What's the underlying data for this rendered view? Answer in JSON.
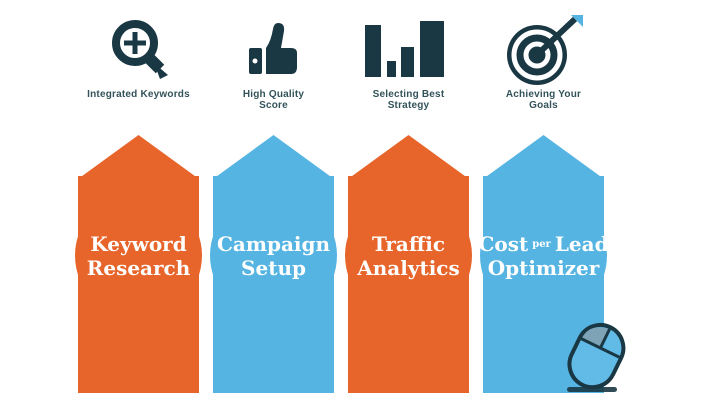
{
  "page": {
    "background": "#ffffff",
    "description": "PPC marketing process infographic with four ribbon columns"
  },
  "colors": {
    "orange": "#E7652A",
    "blue": "#55B4E2",
    "icon_navy": "#1A3744",
    "caption": "#33535A",
    "title_text": "#FFFFFF",
    "mouse_body": "#62BBE7",
    "mouse_button": "#7FA3B6"
  },
  "columns": [
    {
      "icon": "magnifier-icon",
      "caption_line1": "Integrated Keywords",
      "caption_line2": "",
      "title_pre": "Keyword",
      "title_line2": "Research",
      "color": "#E7652A"
    },
    {
      "icon": "thumbs-up-icon",
      "caption_line1": "High Quality",
      "caption_line2": "Score",
      "title_pre": "Campaign",
      "title_line2": "Setup",
      "color": "#55B4E2"
    },
    {
      "icon": "bar-chart-icon",
      "caption_line1": "Selecting Best",
      "caption_line2": "Strategy",
      "title_pre": "Traffic",
      "title_line2": "Analytics",
      "color": "#E7652A"
    },
    {
      "icon": "target-icon",
      "caption_line1": "Achieving Your",
      "caption_line2": "Goals",
      "title_pre": "Cost",
      "title_small": "per",
      "title_post": "Lead",
      "title_line2": "Optimizer",
      "color": "#55B4E2"
    }
  ],
  "mouse": {
    "name": "computer-mouse-icon"
  }
}
